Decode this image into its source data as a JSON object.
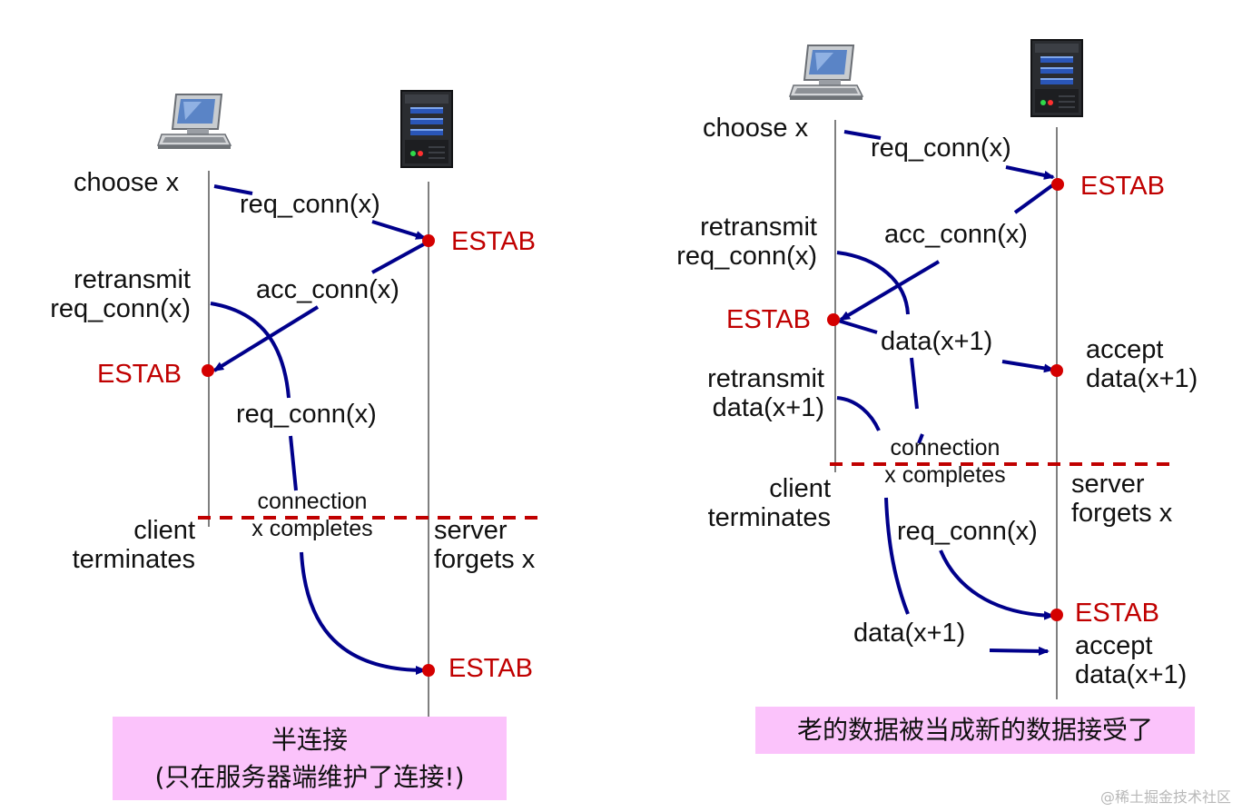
{
  "left": {
    "choose": "choose x",
    "req1": "req_conn(x)",
    "estab_server1": "ESTAB",
    "retransmit": "retransmit\nreq_conn(x)",
    "acc": "acc_conn(x)",
    "estab_client": "ESTAB",
    "req2": "req_conn(x)",
    "connection": "connection\nx completes",
    "client_terminates": "client\nterminates",
    "server_forgets": "server\nforgets x",
    "estab_server2": "ESTAB",
    "caption": "半连接\n(只在服务器端维护了连接!)"
  },
  "right": {
    "choose": "choose x",
    "req1": "req_conn(x)",
    "estab_server1": "ESTAB",
    "retransmit_req": "retransmit\nreq_conn(x)",
    "acc": "acc_conn(x)",
    "estab_client": "ESTAB",
    "data1": "data(x+1)",
    "accept1": "accept\ndata(x+1)",
    "retransmit_data": "retransmit\ndata(x+1)",
    "connection": "connection\nx completes",
    "client_terminates": "client\nterminates",
    "server_forgets": "server\nforgets x",
    "req2": "req_conn(x)",
    "estab_server2": "ESTAB",
    "data2": "data(x+1)",
    "accept2": "accept\ndata(x+1)",
    "caption": "老的数据被当成新的数据接受了"
  },
  "watermark": "@稀土掘金技术社区",
  "colors": {
    "arrow": "#00008b",
    "estab": "#c00000",
    "dot": "#d40000",
    "caption_bg": "#fbc3fb",
    "dash": "#c00000"
  },
  "icons": [
    "client-computer-icon",
    "server-icon"
  ]
}
